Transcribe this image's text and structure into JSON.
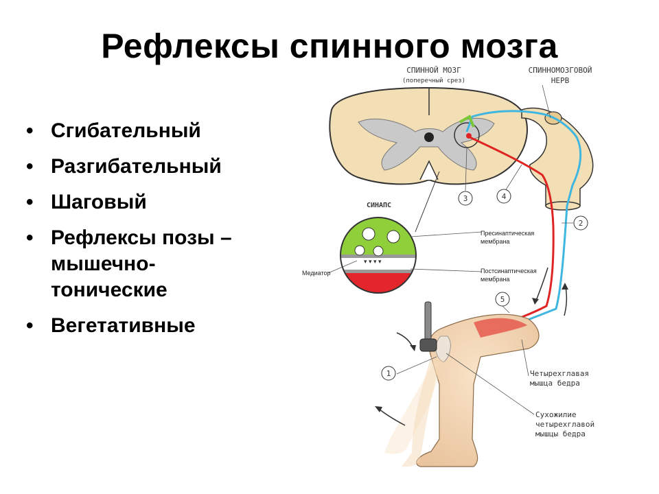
{
  "slide": {
    "title": "Рефлексы спинного мозга",
    "bullets": [
      "Сгибательный",
      "Разгибательный",
      "Шаговый",
      "Рефлексы позы –\nмышечно-\nтонические",
      "Вегетативные"
    ]
  },
  "diagram": {
    "spinal_cord_label": "СПИННОЙ МОЗГ",
    "spinal_cord_sublabel": "(поперечный срез)",
    "nerve_label_line1": "СПИННОМОЗГОВОЙ",
    "nerve_label_line2": "НЕРВ",
    "synapse_label": "СИНАПС",
    "presynaptic_line1": "Пресинаптическая",
    "presynaptic_line2": "мембрана",
    "postsynaptic_line1": "Постсинаптическая",
    "postsynaptic_line2": "мембрана",
    "mediator_label": "Медиатор",
    "muscle_line1": "Четырехглавая",
    "muscle_line2": "мышца бедра",
    "tendon_line1": "Сухожилие",
    "tendon_line2": "четырехглавой",
    "tendon_line3": "мышцы бедра",
    "markers": [
      "1",
      "2",
      "3",
      "4",
      "5"
    ],
    "colors": {
      "cord": "#f3dfb5",
      "gray_matter": "#c9c9c9",
      "sensory": "#3fb6e0",
      "motor": "#e02424",
      "interneuron": "#7cc63a",
      "synapse_top": "#8fd03a",
      "synapse_bottom": "#e3262b",
      "skin": "#f5d9b8"
    }
  }
}
